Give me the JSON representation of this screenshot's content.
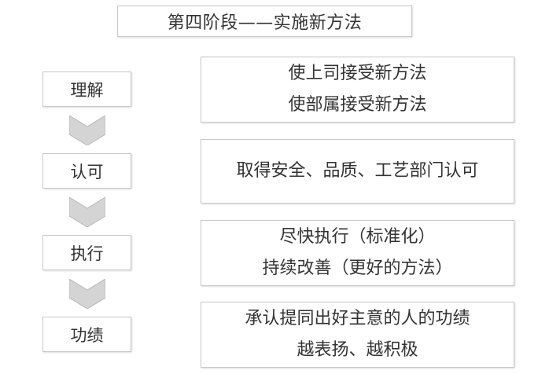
{
  "title": "第四阶段——实施新方法",
  "stages": [
    {
      "label": "理解"
    },
    {
      "label": "认可"
    },
    {
      "label": "执行"
    },
    {
      "label": "功绩"
    }
  ],
  "descriptions": [
    {
      "lines": [
        "使上司接受新方法",
        "使部属接受新方法"
      ]
    },
    {
      "lines": [
        "取得安全、品质、工艺部门认可"
      ]
    },
    {
      "lines": [
        "尽快执行（标准化）",
        "持续改善（更好的方法）"
      ]
    },
    {
      "lines": [
        "承认提同出好主意的人的功绩",
        "越表扬、越积极"
      ]
    }
  ],
  "colors": {
    "border": "#c9c9c9",
    "chevron_fill": "#d4d4d4",
    "chevron_stroke": "#b8b8b8",
    "text": "#333333"
  }
}
